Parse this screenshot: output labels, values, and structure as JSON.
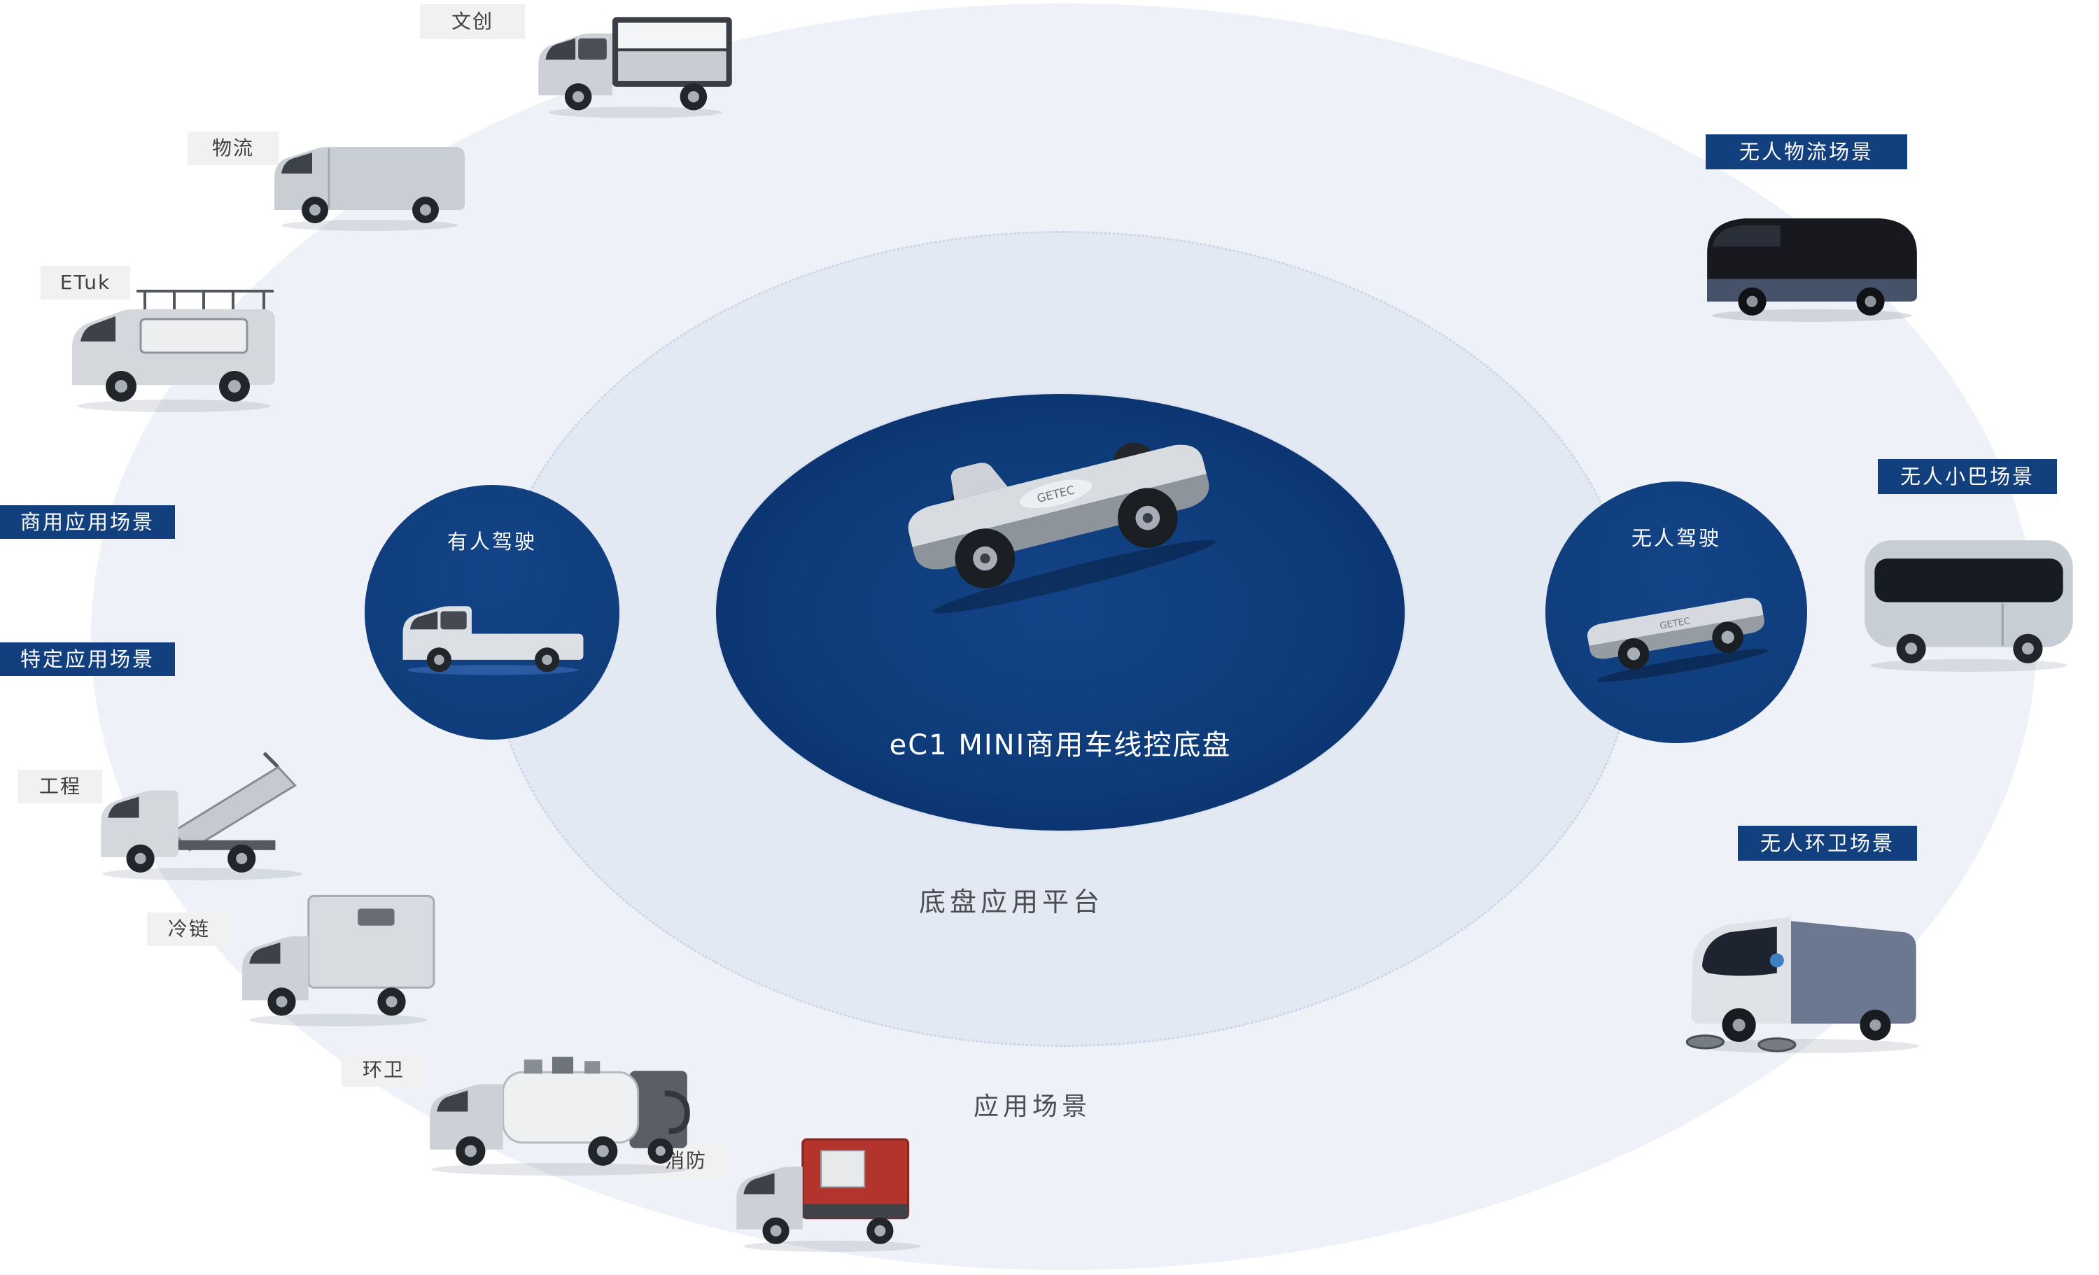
{
  "colors": {
    "navy": "#11407F",
    "outer_ring": "#EEF2F8",
    "middle_ring": "#E3E9F3",
    "light_badge_bg": "#F1F1F2",
    "light_badge_text": "#3F3F3F",
    "ring_label_text": "#4A4E54"
  },
  "center": {
    "chassis_caption": "eC1 MINI商用车线控底盘",
    "platform_ring_label": "底盘应用平台",
    "scenario_ring_label": "应用场景",
    "chassis_logo": "GETEC"
  },
  "driver_modes": {
    "manned_label": "有人驾驶",
    "unmanned_label": "无人驾驶"
  },
  "left_applications": [
    {
      "id": "cultural-creative",
      "label": "文创"
    },
    {
      "id": "logistics",
      "label": "物流"
    },
    {
      "id": "etuk",
      "label": "ETuk"
    },
    {
      "id": "engineering",
      "label": "工程"
    },
    {
      "id": "cold-chain",
      "label": "冷链"
    },
    {
      "id": "sanitation",
      "label": "环卫"
    },
    {
      "id": "fire",
      "label": "消防"
    }
  ],
  "left_scenarios": [
    {
      "id": "commercial",
      "label": "商用应用场景"
    },
    {
      "id": "specific",
      "label": "特定应用场景"
    }
  ],
  "right_scenarios": [
    {
      "id": "unmanned-logistics",
      "label": "无人物流场景"
    },
    {
      "id": "unmanned-minibus",
      "label": "无人小巴场景"
    },
    {
      "id": "unmanned-sanitation",
      "label": "无人环卫场景"
    }
  ]
}
